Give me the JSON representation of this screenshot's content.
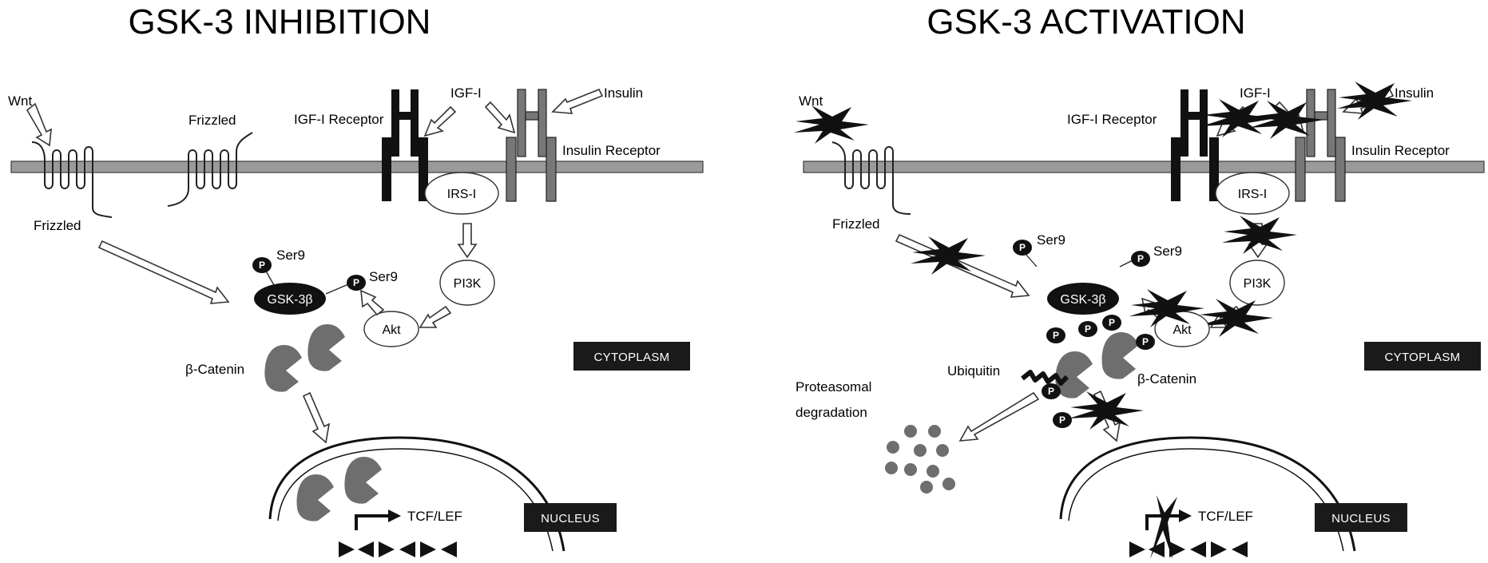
{
  "panels": {
    "inhibition": {
      "title": "GSK-3 INHIBITION",
      "labels": {
        "wnt": "Wnt",
        "frizzled_top": "Frizzled",
        "frizzled_bottom": "Frizzled",
        "igf_receptor": "IGF-I Receptor",
        "igf": "IGF-I",
        "insulin": "Insulin",
        "insulin_receptor": "Insulin Receptor",
        "irs": "IRS-I",
        "pi3k": "PI3K",
        "akt": "Akt",
        "gsk": "GSK-3β",
        "ser9_a": "Ser9",
        "ser9_b": "Ser9",
        "p_a": "P",
        "p_b": "P",
        "catenin": "β-Catenin",
        "cytoplasm": "CYTOPLASM",
        "nucleus": "NUCLEUS",
        "tcf": "TCF/LEF"
      }
    },
    "activation": {
      "title": "GSK-3 ACTIVATION",
      "labels": {
        "wnt": "Wnt",
        "frizzled": "Frizzled",
        "igf_receptor": "IGF-I Receptor",
        "igf": "IGF-I",
        "insulin": "Insulin",
        "insulin_receptor": "Insulin Receptor",
        "irs": "IRS-I",
        "pi3k": "PI3K",
        "akt": "Akt",
        "gsk": "GSK-3β",
        "ser9_a": "Ser9",
        "ser9_b": "Ser9",
        "p": "P",
        "ubiquitin": "Ubiquitin",
        "proteasomal_1": "Proteasomal",
        "proteasomal_2": "degradation",
        "catenin": "β-Catenin",
        "cytoplasm": "CYTOPLASM",
        "nucleus": "NUCLEUS",
        "tcf": "TCF/LEF"
      }
    }
  },
  "colors": {
    "membrane": "#9a9a9a",
    "receptor_igf": "#111111",
    "receptor_insulin": "#777777",
    "catenin": "#6e6e6e",
    "label_box": "#1a1a1a"
  }
}
